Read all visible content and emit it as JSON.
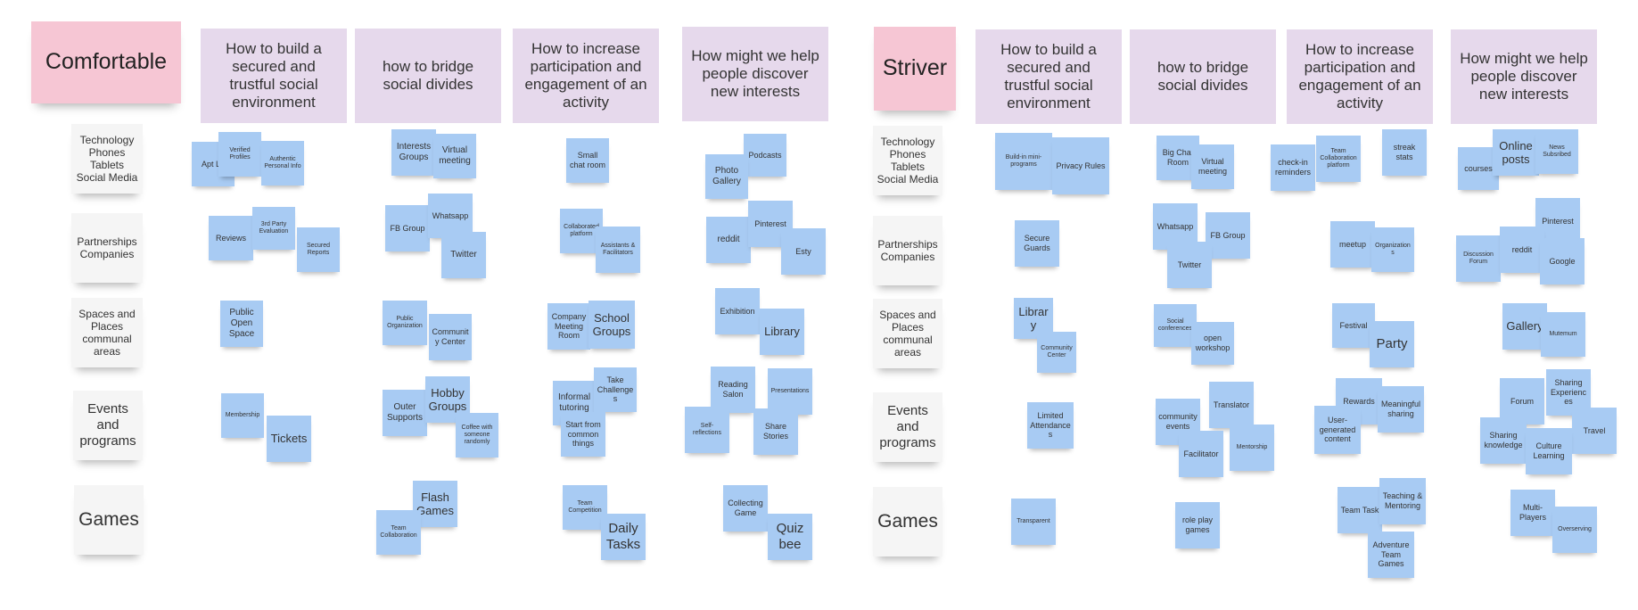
{
  "sections": [
    {
      "title": "Comfortable",
      "rows": [
        "Technology Phones Tablets Social Media",
        "Partnerships Companies",
        "Spaces and Places communal areas",
        "Events and programs",
        "Games"
      ],
      "headers": [
        "How to build a secured and trustful social environment",
        "how to bridge social divides",
        "How to increase participation and engagement of an activity",
        "How might we help people discover new interests"
      ],
      "stickies": [
        "Apt Lo",
        "Verified Profiles",
        "Authentic Personal Info",
        "Reviews",
        "3rd Party Evaluation",
        "Secured Reports",
        "Public Open Space",
        "Membership",
        "Tickets",
        "Interests Groups",
        "Virtual meeting",
        "FB Group",
        "Whatsapp",
        "Twitter",
        "Public Organization",
        "Community Center",
        "Outer Supports",
        "Hobby Groups",
        "Coffee with someone randomly",
        "Flash Games",
        "Team Collaboration",
        "Small chat room",
        "Collaborated platform",
        "Assistants & Facilitators",
        "Company Meeting Room",
        "School Groups",
        "Informal tutoring",
        "Take Challenges",
        "Start from common things",
        "Team Competition",
        "Daily Tasks",
        "Podcasts",
        "Photo Gallery",
        "reddit",
        "Pinterest",
        "Esty",
        "Exhibition",
        "Library",
        "Reading Salon",
        "Presentations",
        "Self-reflections",
        "Share Stories",
        "Collecting Game",
        "Quiz bee"
      ]
    },
    {
      "title": "Striver",
      "rows": [
        "Technology Phones Tablets Social Media",
        "Partnerships Companies",
        "Spaces and Places communal areas",
        "Events and programs",
        "Games"
      ],
      "headers": [
        "How to build a secured and trustful social environment",
        "how to bridge social divides",
        "How to increase participation and engagement of an activity",
        "How might we help people discover new interests"
      ],
      "stickies": [
        "Build-in mini-programs",
        "Privacy Rules",
        "Secure Guards",
        "Library",
        "Community Center",
        "Limited Attendances",
        "Transparent",
        "Big Chat Room",
        "Virtual meeting",
        "Whatsapp",
        "FB Group",
        "Twitter",
        "Social conferences",
        "open workshop",
        "community events",
        "Translator",
        "Facilitator",
        "Mentorship",
        "role play games",
        "check-in reminders",
        "Team Collaboration platform",
        "streak stats",
        "meetup",
        "Organizations",
        "Festival",
        "Party",
        "Rewards",
        "User-generated content",
        "Meaningful sharing",
        "Team Task",
        "Teaching & Mentoring",
        "Adventure Team Games",
        "courses",
        "Online posts",
        "News Subsribed",
        "Pinterest",
        "Discussion Forum",
        "reddit",
        "Google",
        "Gallery",
        "Mutemum",
        "Forum",
        "Sharing Experiences",
        "Travel",
        "Sharing knowledge",
        "Culture Learning",
        "Multi-Players",
        "Overserving"
      ]
    }
  ]
}
